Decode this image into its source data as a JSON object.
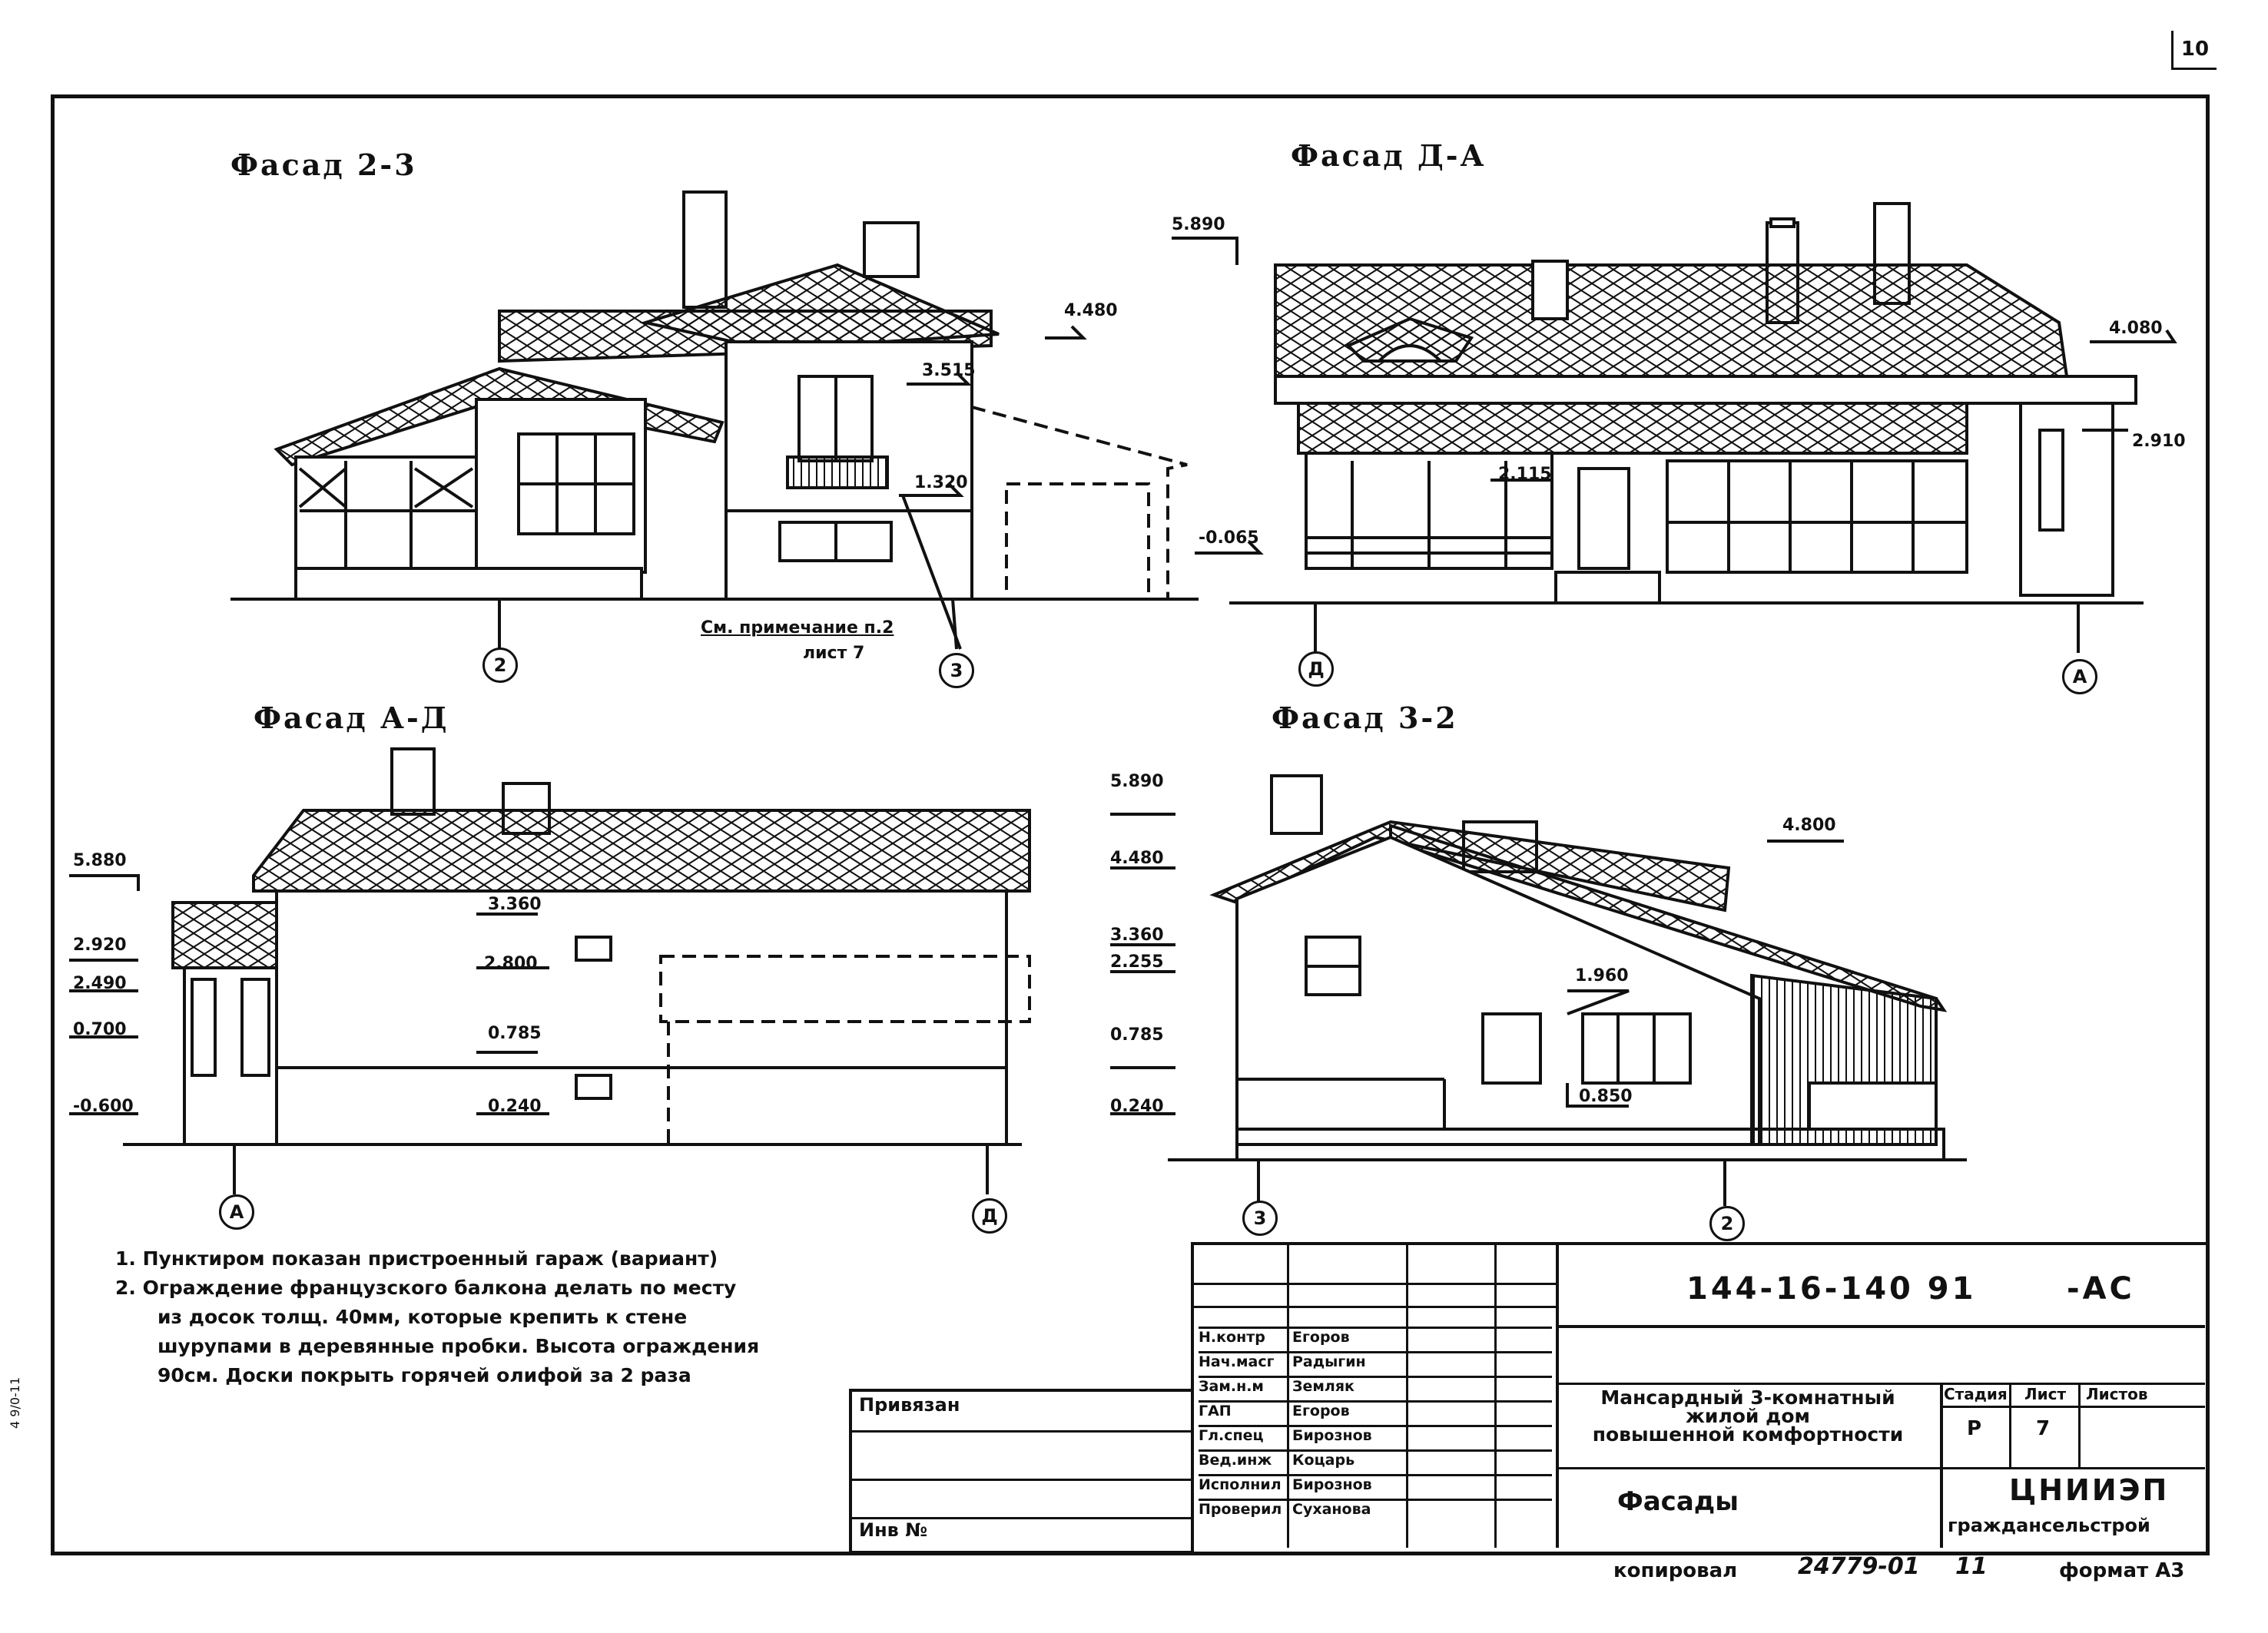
{
  "page_number": "10",
  "facades": {
    "f1": {
      "title": "Фасад 2-3",
      "levels": [
        "4.480",
        "3.515",
        "1.320"
      ],
      "axes": [
        "2",
        "3"
      ],
      "callout": "См. примечание п.2",
      "callout_sub": "лист 7"
    },
    "f2": {
      "title": "Фасад Д-А",
      "levels": [
        "5.890",
        "4.080",
        "2.910",
        "2.115",
        "-0.065"
      ],
      "axes": [
        "Д",
        "А"
      ]
    },
    "f3": {
      "title": "Фасад А-Д",
      "levels": [
        "5.880",
        "2.920",
        "2.490",
        "0.700",
        "-0.600",
        "3.360",
        "2.800",
        "0.785",
        "0.240"
      ],
      "axes": [
        "А",
        "Д"
      ]
    },
    "f4": {
      "title": "Фасад 3-2",
      "levels": [
        "5.890",
        "4.480",
        "3.360",
        "2.255",
        "0.785",
        "0.240",
        "4.800",
        "1.960",
        "0.850"
      ],
      "axes": [
        "3",
        "2"
      ]
    }
  },
  "notes": [
    "1. Пунктиром показан пристроенный гараж (вариант)",
    "2. Ограждение французского балкона делать по месту",
    "из досок толщ. 40мм, которые крепить к стене",
    "шурупами в деревянные пробки. Высота ограждения",
    "90см. Доски покрыть горячей олифой за 2 раза"
  ],
  "stamp": {
    "code": "144-16-140 91",
    "suffix": "-АС",
    "tied": "Привязан",
    "inv": "Инв №",
    "roles": [
      "Н.контр",
      "Нач.масг",
      "Зам.н.м",
      "ГАП",
      "Гл.спец",
      "Вед.инж",
      "Исполнил",
      "Проверил"
    ],
    "names": [
      "Егоров",
      "Радыгин",
      "Земляк",
      "Егоров",
      "Бирознов",
      "Коцарь",
      "Бирознов",
      "Суханова"
    ],
    "project_title": [
      "Мансардный 3-комнатный",
      "жилой дом",
      "повышенной комфортности"
    ],
    "sheet_title": "Фасады",
    "col_stage": "Стадия",
    "col_sheet": "Лист",
    "col_sheets": "Листов",
    "stage": "Р",
    "sheet": "7",
    "org": "ЦНИИЭП",
    "org_sub": "граждансельстрой"
  },
  "footer": {
    "copied": "копировал",
    "order": "24779-01",
    "num": "11",
    "format": "формат А3"
  },
  "side_code": "4 9/0-11"
}
